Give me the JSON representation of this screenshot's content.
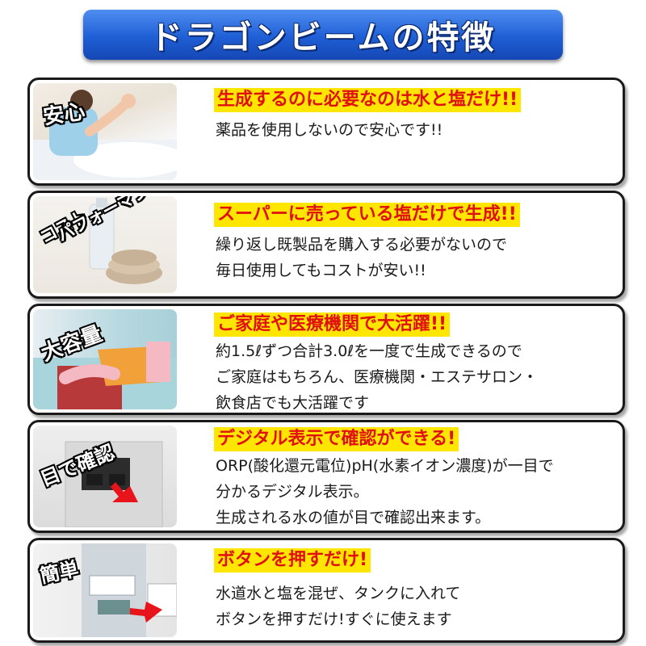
{
  "title": "ドラゴンビームの特徴",
  "features": [
    {
      "tag": "安心",
      "headline": "生成するのに必要なのは水と塩だけ!!",
      "lines": [
        "薬品を使用しないので安心です!!"
      ]
    },
    {
      "tag_line1": "コスト",
      "tag_line2": "パフォーマンス",
      "headline": "スーパーに売っている塩だけで生成!!",
      "lines": [
        "繰り返し既製品を購入する必要がないので",
        "毎日使用してもコストが安い!!"
      ]
    },
    {
      "tag": "大容量",
      "headline": "ご家庭や医療機関で大活躍!!",
      "lines": [
        "約1.5ℓずつ合計3.0ℓを一度で生成できるので",
        "ご家庭はもちろん、医療機関・エステサロン・",
        "飲食店でも大活躍です"
      ]
    },
    {
      "tag": "目で確認",
      "headline": "デジタル表示で確認ができる!",
      "lines": [
        "ORP(酸化還元電位)pH(水素イオン濃度)が一目で",
        "分かるデジタル表示。",
        "生成される水の値が目で確認出来ます。"
      ]
    },
    {
      "tag": "簡単",
      "headline": "ボタンを押すだけ!",
      "lines": [
        "水道水と塩を混ぜ、タンクに入れて",
        "ボタンを押すだけ!すぐに使えます"
      ]
    }
  ],
  "colors": {
    "banner_blue": "#1f5fd6",
    "headline_bg": "#ffe600",
    "headline_text": "#e01010"
  }
}
